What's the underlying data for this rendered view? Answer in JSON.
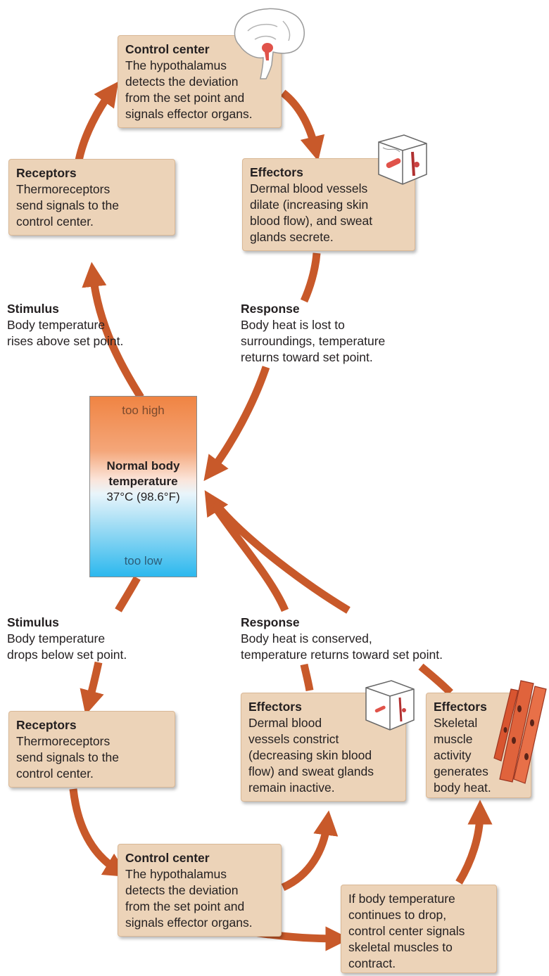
{
  "colors": {
    "arrow": "#c8592a",
    "box_fill": "#ecd3b8",
    "box_border": "#d9b896",
    "hot": "#f08443",
    "cold": "#2cb8ee"
  },
  "icons": [
    "brain-icon",
    "skin-icon",
    "muscle-icon"
  ],
  "top": {
    "control_center": {
      "title": "Control center",
      "text": "The hypothalamus\ndetects the deviation\nfrom the set point and\nsignals effector organs."
    },
    "effectors": {
      "title": "Effectors",
      "text": "Dermal blood vessels\ndilate (increasing skin\nblood flow), and sweat\nglands secrete."
    },
    "receptors": {
      "title": "Receptors",
      "text": "Thermoreceptors\nsend signals to the\ncontrol center."
    },
    "stimulus": {
      "title": "Stimulus",
      "text": "Body temperature\nrises above set point."
    },
    "response": {
      "title": "Response",
      "text": "Body heat is lost to\nsurroundings, temperature\nreturns toward set point."
    }
  },
  "thermometer": {
    "high_label": "too high",
    "title": "Normal body\ntemperature",
    "value": "37°C (98.6°F)",
    "low_label": "too low"
  },
  "bottom": {
    "stimulus": {
      "title": "Stimulus",
      "text": "Body temperature\ndrops below set point."
    },
    "response": {
      "title": "Response",
      "text": "Body heat is conserved,\ntemperature returns toward set point."
    },
    "receptors": {
      "title": "Receptors",
      "text": "Thermoreceptors\nsend signals to the\ncontrol center."
    },
    "effectors_skin": {
      "title": "Effectors",
      "text": "Dermal blood\nvessels constrict\n(decreasing skin blood\nflow) and sweat glands\nremain inactive."
    },
    "effectors_muscle": {
      "title": "Effectors",
      "text": "Skeletal\nmuscle\nactivity\ngenerates\nbody heat."
    },
    "control_center": {
      "title": "Control center",
      "text": "The hypothalamus\ndetects the deviation\nfrom the set point and\nsignals effector organs."
    },
    "continue_box": {
      "text": "If body temperature\ncontinues to drop,\ncontrol center signals\nskeletal muscles to\ncontract."
    }
  }
}
